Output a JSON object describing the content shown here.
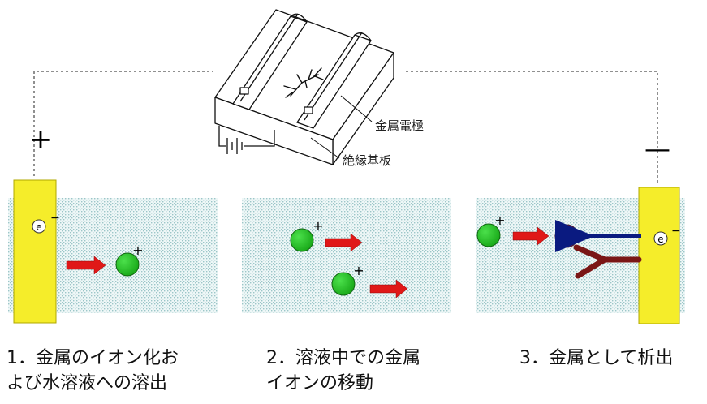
{
  "device_labels": {
    "electrode": "金属電極",
    "substrate": "絶縁基板"
  },
  "terminals": {
    "anode_sign": "+",
    "cathode_sign": "—"
  },
  "symbols": {
    "electron": "e",
    "electron_charge": "−",
    "ion_charge": "+"
  },
  "steps": [
    {
      "line1": "1．金属のイオン化お",
      "line2": "よび水溶液への溶出"
    },
    {
      "line1": "2．溶液中での金属",
      "line2": "イオンの移動"
    },
    {
      "line1": "3．金属として析出"
    }
  ],
  "colors": {
    "electrode": "#f5ed2a",
    "solution": "#d8ecee",
    "ion": "#22c122",
    "deposit": "#8b3a5e",
    "dendrite": "#7a1616",
    "migration_arrow": "#e01818",
    "electron_arrow": "#0a1a80"
  }
}
